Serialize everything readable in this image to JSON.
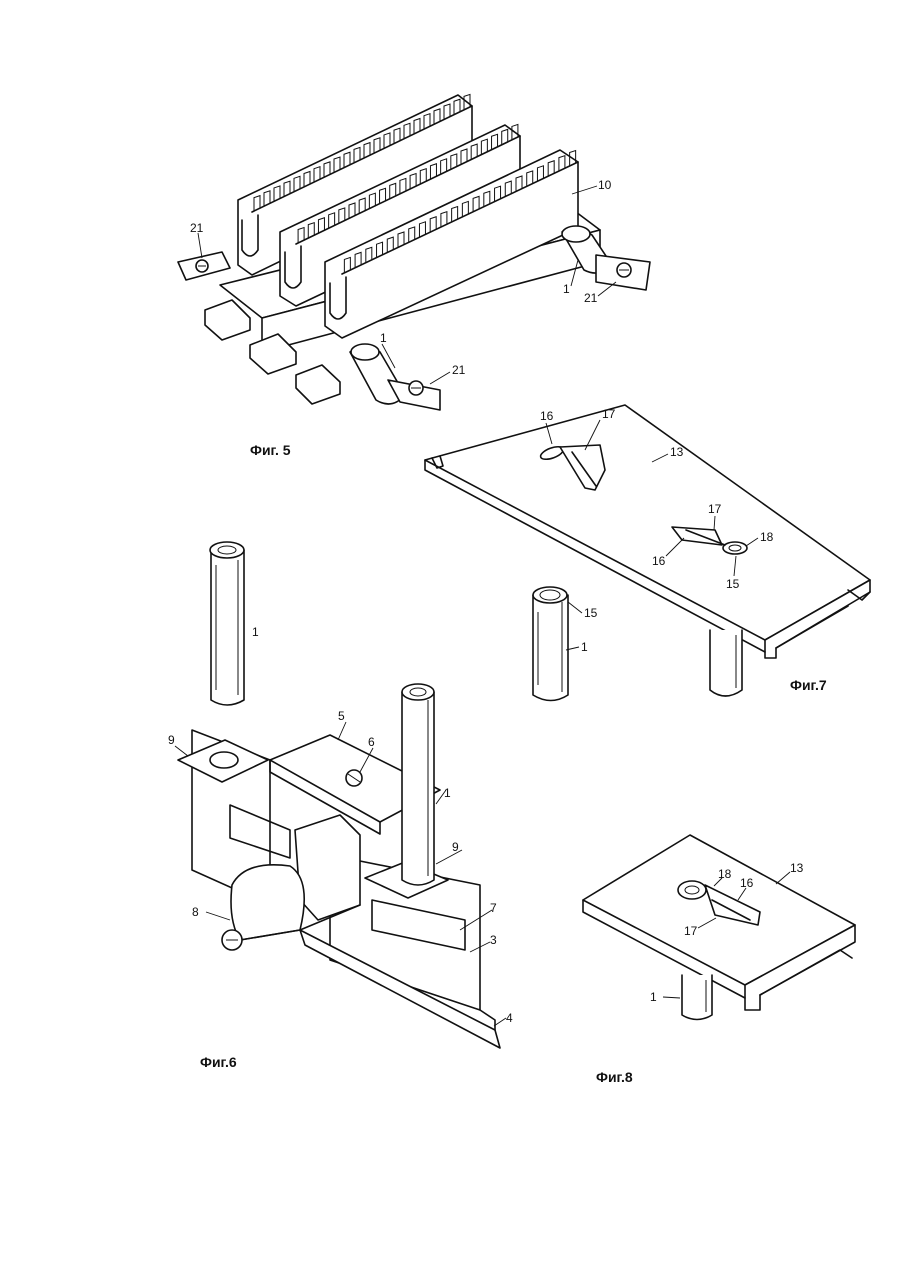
{
  "figures": [
    {
      "id": "fig5",
      "caption": "Фиг. 5",
      "labels": {
        "housing": "10",
        "post_right": "1",
        "post_front": "1",
        "lug_left": "21",
        "lug_right": "21",
        "lug_front": "21"
      }
    },
    {
      "id": "fig6",
      "caption": "Фиг.6",
      "labels": {
        "post_loose": "1",
        "post_mounted": "1",
        "bracket": "3",
        "flange": "4",
        "top_plate": "5",
        "screw": "6",
        "slot": "7",
        "clamp": "8",
        "tab_left": "9",
        "tab_right": "9"
      }
    },
    {
      "id": "fig7",
      "caption": "Фиг.7",
      "labels": {
        "plate": "13",
        "post": "1",
        "post_end": "15",
        "eye_end": "15",
        "hole_a": "16",
        "hole_b": "16",
        "spring_a": "17",
        "spring_b": "17",
        "ring": "18"
      }
    },
    {
      "id": "fig8",
      "caption": "Фиг.8",
      "labels": {
        "plate": "13",
        "post": "1",
        "hole": "16",
        "spring": "17",
        "ring": "18"
      }
    }
  ],
  "colors": {
    "ink": "#111111",
    "paper": "#ffffff"
  }
}
